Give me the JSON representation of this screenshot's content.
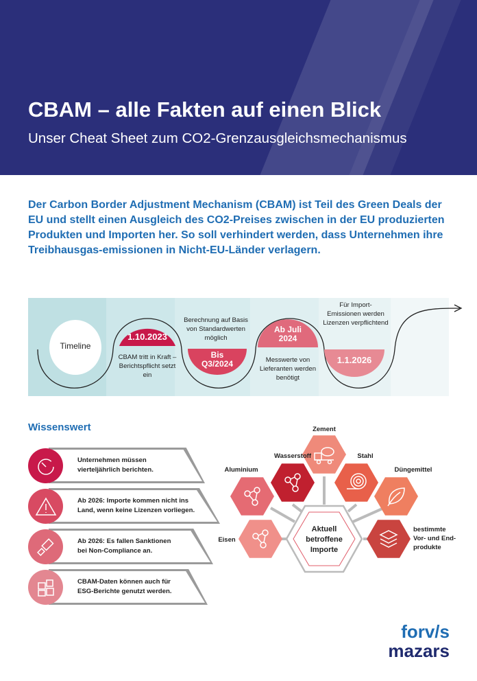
{
  "header": {
    "title": "CBAM – alle Fakten auf einen Blick",
    "subtitle": "Unser Cheat Sheet zum CO2-Grenzausgleichsmechanismus"
  },
  "intro": "Der Carbon Border Adjustment Mechanism (CBAM) ist Teil des Green Deals der EU und stellt einen Ausgleich des CO2-Preises zwischen in der EU produzierten Produkten und Importen her. So soll verhindert werden, dass Unternehmen ihre Treibhausgas-emissionen in Nicht-EU-Länder verlagern.",
  "timeline": {
    "label": "Timeline",
    "steps": [
      {
        "badge": "1.10.2023",
        "text": "CBAM tritt in Kraft – Berichtspflicht setzt ein",
        "color": "#c8194a"
      },
      {
        "badge": "Bis Q3/2024",
        "text": "Berechnung auf Basis von Standardwerten möglich",
        "color": "#d9435f"
      },
      {
        "badge": "Ab Juli 2024",
        "text": "Messwerte von Lieferanten werden benötigt",
        "color": "#e06a7c"
      },
      {
        "badge": "1.1.2026",
        "text": "Für Import-Emissionen werden Lizenzen verpflichtend",
        "color": "#e78a94"
      }
    ]
  },
  "wissenswert": {
    "heading": "Wissenswert",
    "items": [
      {
        "icon": "timer-icon",
        "line1": "Unternehmen müssen",
        "line2": "vierteljährlich berichten.",
        "color": "#c8194a"
      },
      {
        "icon": "warning-icon",
        "line1": "Ab 2026: Importe kommen nicht ins",
        "line2": "Land, wenn keine Lizenzen vorliegen.",
        "color": "#d84a62"
      },
      {
        "icon": "gavel-icon",
        "line1": "Ab 2026: Es fallen Sanktionen",
        "line2": "bei Non-Compliance an.",
        "color": "#de6a79"
      },
      {
        "icon": "puzzle-icon",
        "line1": "CBAM-Daten können auch für",
        "line2": "ESG-Berichte genutzt werden.",
        "color": "#e38791"
      }
    ]
  },
  "imports": {
    "center": [
      "Aktuell",
      "betroffene",
      "Importe"
    ],
    "items": [
      {
        "label": "Zement",
        "icon": "cement-truck-icon",
        "color": "#ef8a7a"
      },
      {
        "label": "Wasserstoff",
        "icon": "molecule-icon",
        "color": "#c0202f"
      },
      {
        "label": "Stahl",
        "icon": "steel-coil-icon",
        "color": "#e8604a"
      },
      {
        "label": "Aluminium",
        "icon": "molecule-icon",
        "color": "#e56b73"
      },
      {
        "label": "Düngemittel",
        "icon": "leaf-icon",
        "color": "#ef7f60"
      },
      {
        "label": "Eisen",
        "icon": "molecule-icon",
        "color": "#f0908a"
      },
      {
        "label": "bestimmte Vor- und End-produkte",
        "lines": [
          "bestimmte",
          "Vor- und End-",
          "produkte"
        ],
        "icon": "layers-icon",
        "color": "#c9443f"
      }
    ]
  },
  "logo": {
    "line1": "forv/s",
    "line2": "mazars"
  }
}
